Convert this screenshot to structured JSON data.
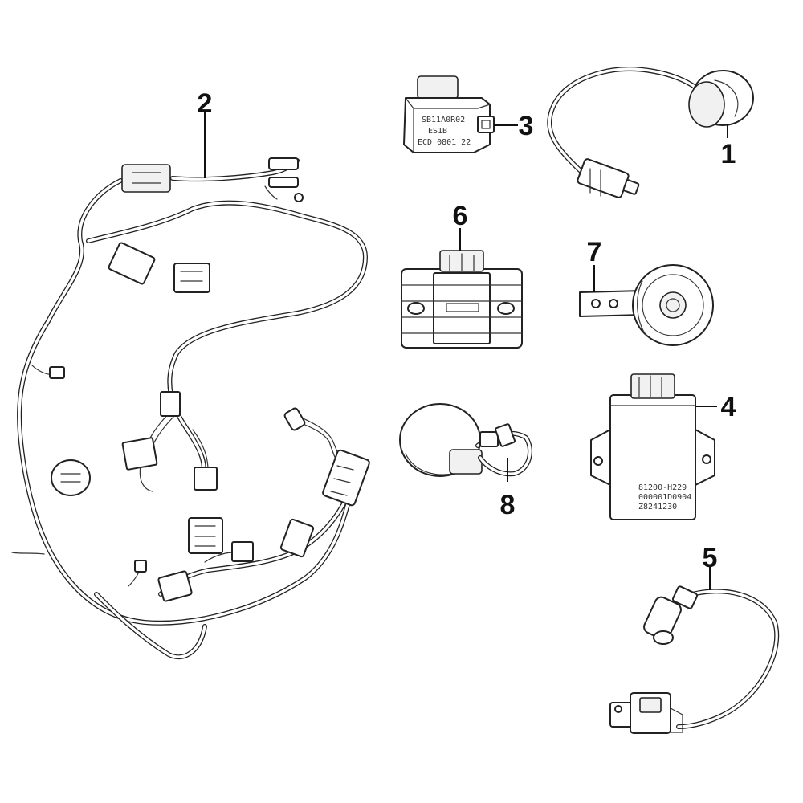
{
  "callouts": {
    "c1": "1",
    "c2": "2",
    "c3": "3",
    "c4": "4",
    "c5": "5",
    "c6": "6",
    "c7": "7",
    "c8": "8"
  },
  "parts": {
    "relay_label_1": "SB11A0R02",
    "relay_label_2": "ES1B",
    "relay_label_3": "ECD 0801 22",
    "cdi_line_1": "81200-H229",
    "cdi_line_2": "000001D0904",
    "cdi_line_3": "Z8241230"
  }
}
